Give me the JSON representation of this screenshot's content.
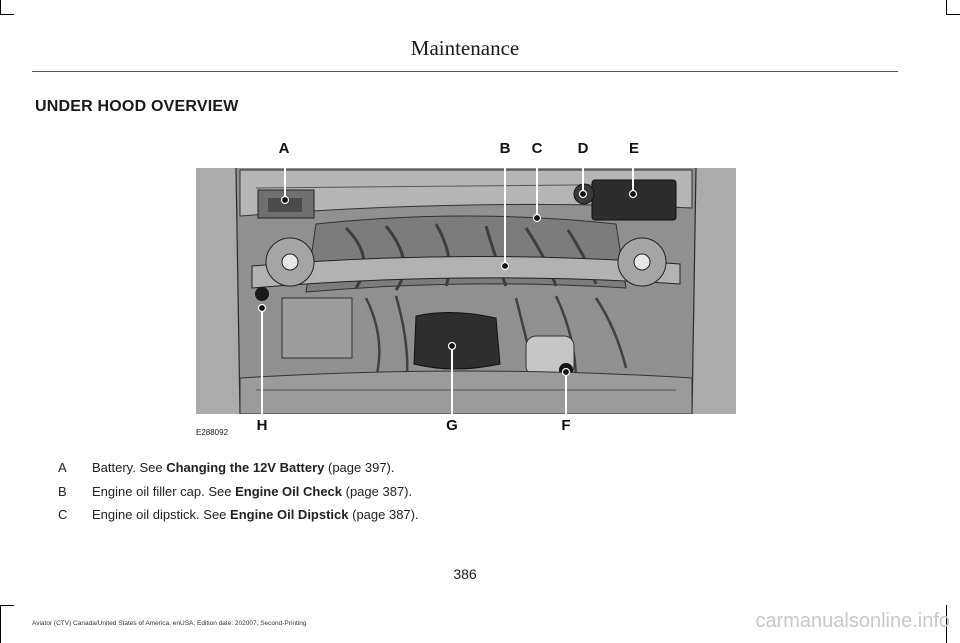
{
  "header": {
    "title": "Maintenance"
  },
  "section": {
    "title": "UNDER HOOD OVERVIEW"
  },
  "figure": {
    "code": "E288092",
    "callouts_top": [
      "A",
      "B",
      "C",
      "D",
      "E"
    ],
    "callouts_bottom": [
      "H",
      "G",
      "F"
    ]
  },
  "items": [
    {
      "letter": "A",
      "text": "Battery. See ",
      "link": "Changing the 12V Battery",
      "page": " (page 397)."
    },
    {
      "letter": "B",
      "text": "Engine oil filler cap. See ",
      "link": "Engine Oil Check",
      "page": " (page 387)."
    },
    {
      "letter": "C",
      "text": "Engine oil dipstick. See ",
      "link": "Engine Oil Dipstick",
      "page": " (page 387)."
    }
  ],
  "page_number": "386",
  "footer": "Aviator (CTV) Canada/United States of America, enUSA, Edition date: 202007, Second-Printing",
  "watermark": "carmanualsonline.info"
}
